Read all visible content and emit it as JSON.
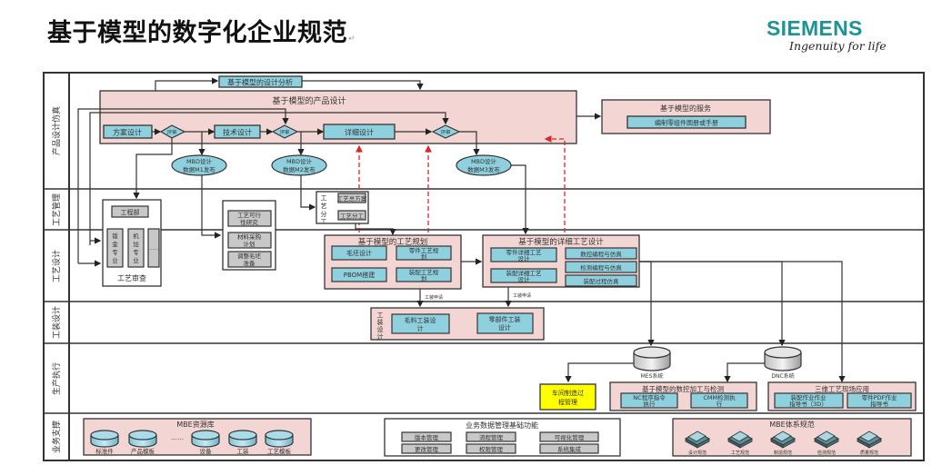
{
  "title": "基于模型的数字化企业规范",
  "title_mark": "↵",
  "logo": {
    "brand": "SIEMENS",
    "tagline": "Ingenuity for life"
  },
  "colors": {
    "lane_border": "#333333",
    "group_fill": "#f3d6d3",
    "box_fill": "#8fd0df",
    "gray_fill": "#c8c8c8",
    "highlight_fill": "#ffff00",
    "dashed_arrow": "#e0242a",
    "teal_brand": "#1d9396"
  },
  "lanes": [
    {
      "id": "product-design",
      "label": "产品设计仿真"
    },
    {
      "id": "process-mgmt",
      "label": "工艺管理"
    },
    {
      "id": "process-design",
      "label": "工艺设计"
    },
    {
      "id": "tooling-design",
      "label": "工装设计"
    },
    {
      "id": "production-exec",
      "label": "生产执行"
    },
    {
      "id": "support",
      "label": "业务支撑"
    }
  ],
  "product_design": {
    "analysis": "基于模型的设计分析",
    "group_title": "基于模型的产品设计",
    "steps": [
      "方案设计",
      "技术设计",
      "详细设计"
    ],
    "review_label": "评审",
    "releases": [
      "MBD设计\n数据M1发布",
      "MBD设计\n数据M2发布",
      "MBD设计\n数据M3发布"
    ],
    "service_title": "基于模型的服务",
    "service_item": "编制零组件图册或手册"
  },
  "process_mgmt": {
    "review_group": "工艺审查",
    "review_items": [
      "工程部",
      "钣金专业",
      "机加专业",
      "……"
    ],
    "feasibility_items": [
      "工艺可行性研究",
      "材料采购计划",
      "调整毛坯准备"
    ],
    "division_label": "工艺分工",
    "division_items": [
      "工艺总方案",
      "工艺分工"
    ]
  },
  "process_design": {
    "planning_title": "基于模型的工艺规划",
    "planning_items": [
      "毛坯设计",
      "零件工艺规划",
      "PBOM搭建",
      "装配工艺规划"
    ],
    "detail_title": "基于模型的详细工艺设计",
    "detail_left": [
      "零件详细工艺设计",
      "装配详细工艺设计"
    ],
    "detail_right": [
      "数控编程与仿真",
      "检测编程与仿真",
      "装配过程仿真"
    ],
    "notes": [
      "工装申请",
      "工装申请"
    ]
  },
  "tooling_design": {
    "label": "工装设计",
    "items": [
      "毛料工装设计",
      "零部件工装设计"
    ]
  },
  "production": {
    "systems": [
      "MES系统",
      "DNC系统"
    ],
    "workshop": "车间制造过程管理",
    "nc_title": "基于模型的数控加工与检测",
    "nc_items": [
      "NC程序指令执行",
      "CMM检测执行"
    ],
    "onsite_title": "三维工艺现场应用",
    "onsite_items": [
      "装配作业指导书（3D）",
      "零件作业指导书"
    ]
  },
  "support": {
    "resource_title": "MBE资源库",
    "resources": [
      "标准件",
      "产品模板",
      "……",
      "设备",
      "工装",
      "工艺模板"
    ],
    "basic_title": "业务数据管理基础功能",
    "basic_items": [
      "版本管理",
      "流程管理",
      "可视化管理",
      "更改管理",
      "权限管理",
      "系统集成"
    ],
    "spec_title": "MBE体系规范",
    "specs": [
      "设计规范",
      "工艺规范",
      "制造规范",
      "检测规范",
      "质量规范"
    ]
  }
}
